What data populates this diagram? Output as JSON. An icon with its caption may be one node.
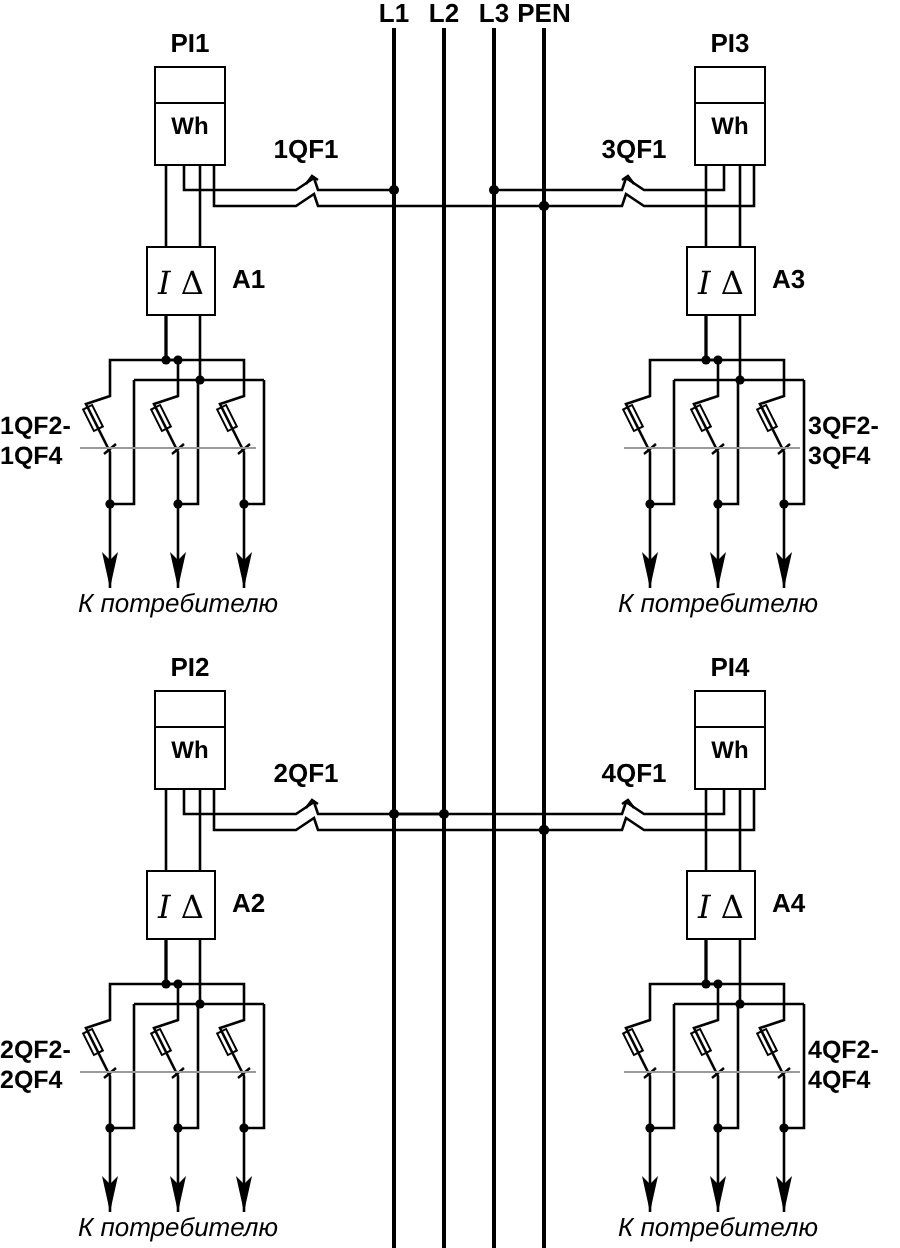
{
  "diagram": {
    "nodes": [
      {
        "text": [],
        "shape": "bar",
        "beside": [
          "L1"
        ]
      },
      {
        "text": [],
        "shape": "bar",
        "beside": [
          "L2"
        ]
      },
      {
        "text": [],
        "shape": "bar",
        "beside": [
          "L3"
        ]
      },
      {
        "text": [],
        "shape": "bar",
        "beside": [
          "PEN"
        ]
      },
      {
        "text": [
          "Wh"
        ],
        "beside": [
          "PI1"
        ]
      },
      {
        "text": [
          "*I* Δ"
        ],
        "beside": [
          "A1"
        ]
      },
      {
        "text": [
          "К потребителю"
        ]
      },
      {
        "text": [
          "Wh"
        ],
        "beside": [
          "PI3"
        ]
      },
      {
        "text": [
          "*I* Δ"
        ],
        "beside": [
          "A3"
        ]
      },
      {
        "text": [
          "К потребителю"
        ]
      },
      {
        "text": [
          "Wh"
        ],
        "beside": [
          "PI2"
        ]
      },
      {
        "text": [
          "*I* Δ"
        ],
        "beside": [
          "A2"
        ]
      },
      {
        "text": [
          "К потребителю"
        ]
      },
      {
        "text": [
          "Wh"
        ],
        "beside": [
          "PI4"
        ]
      },
      {
        "text": [
          "*I* Δ"
        ],
        "beside": [
          "A4"
        ]
      },
      {
        "text": [
          "К потребителю"
        ]
      }
    ],
    "edges": [
      {
        "from": 4,
        "to": 5,
        "arrow": "none"
      },
      {
        "from": 4,
        "to": 5,
        "arrow": "none"
      },
      {
        "from": 4,
        "to": 0,
        "arrow": "other",
        "label": "1QF1"
      },
      {
        "from": 4,
        "to": 3,
        "arrow": "other"
      },
      {
        "from": 5,
        "to": 6,
        "arrow": "to"
      },
      {
        "from": 5,
        "to": 6,
        "arrow": "to"
      },
      {
        "from": 5,
        "to": 6,
        "arrow": "to"
      },
      {
        "from": 7,
        "to": 8,
        "arrow": "none"
      },
      {
        "from": 7,
        "to": 8,
        "arrow": "none"
      },
      {
        "from": 7,
        "to": 2,
        "arrow": "other",
        "label": "3QF1"
      },
      {
        "from": 7,
        "to": 3,
        "arrow": "other"
      },
      {
        "from": 8,
        "to": 9,
        "arrow": "to"
      },
      {
        "from": 8,
        "to": 9,
        "arrow": "to"
      },
      {
        "from": 8,
        "to": 9,
        "arrow": "to"
      },
      {
        "from": 10,
        "to": 11,
        "arrow": "none"
      },
      {
        "from": 10,
        "to": 11,
        "arrow": "none"
      },
      {
        "from": 10,
        "to": 1,
        "arrow": "other",
        "label": "2QF1"
      },
      {
        "from": 10,
        "to": 3,
        "arrow": "other"
      },
      {
        "from": 11,
        "to": 12,
        "arrow": "to"
      },
      {
        "from": 11,
        "to": 12,
        "arrow": "to"
      },
      {
        "from": 11,
        "to": 12,
        "arrow": "to"
      },
      {
        "from": 13,
        "to": 14,
        "arrow": "none"
      },
      {
        "from": 13,
        "to": 14,
        "arrow": "none"
      },
      {
        "from": 13,
        "to": 0,
        "arrow": "other",
        "label": "4QF1"
      },
      {
        "from": 13,
        "to": 3,
        "arrow": "other"
      },
      {
        "from": 14,
        "to": 15,
        "arrow": "to"
      },
      {
        "from": 14,
        "to": 15,
        "arrow": "to"
      },
      {
        "from": 14,
        "to": 15,
        "arrow": "to"
      }
    ],
    "labels": [
      "1QF2- 1QF4",
      "3QF2- 3QF4",
      "2QF2- 2QF4",
      "4QF2- 4QF4"
    ]
  }
}
